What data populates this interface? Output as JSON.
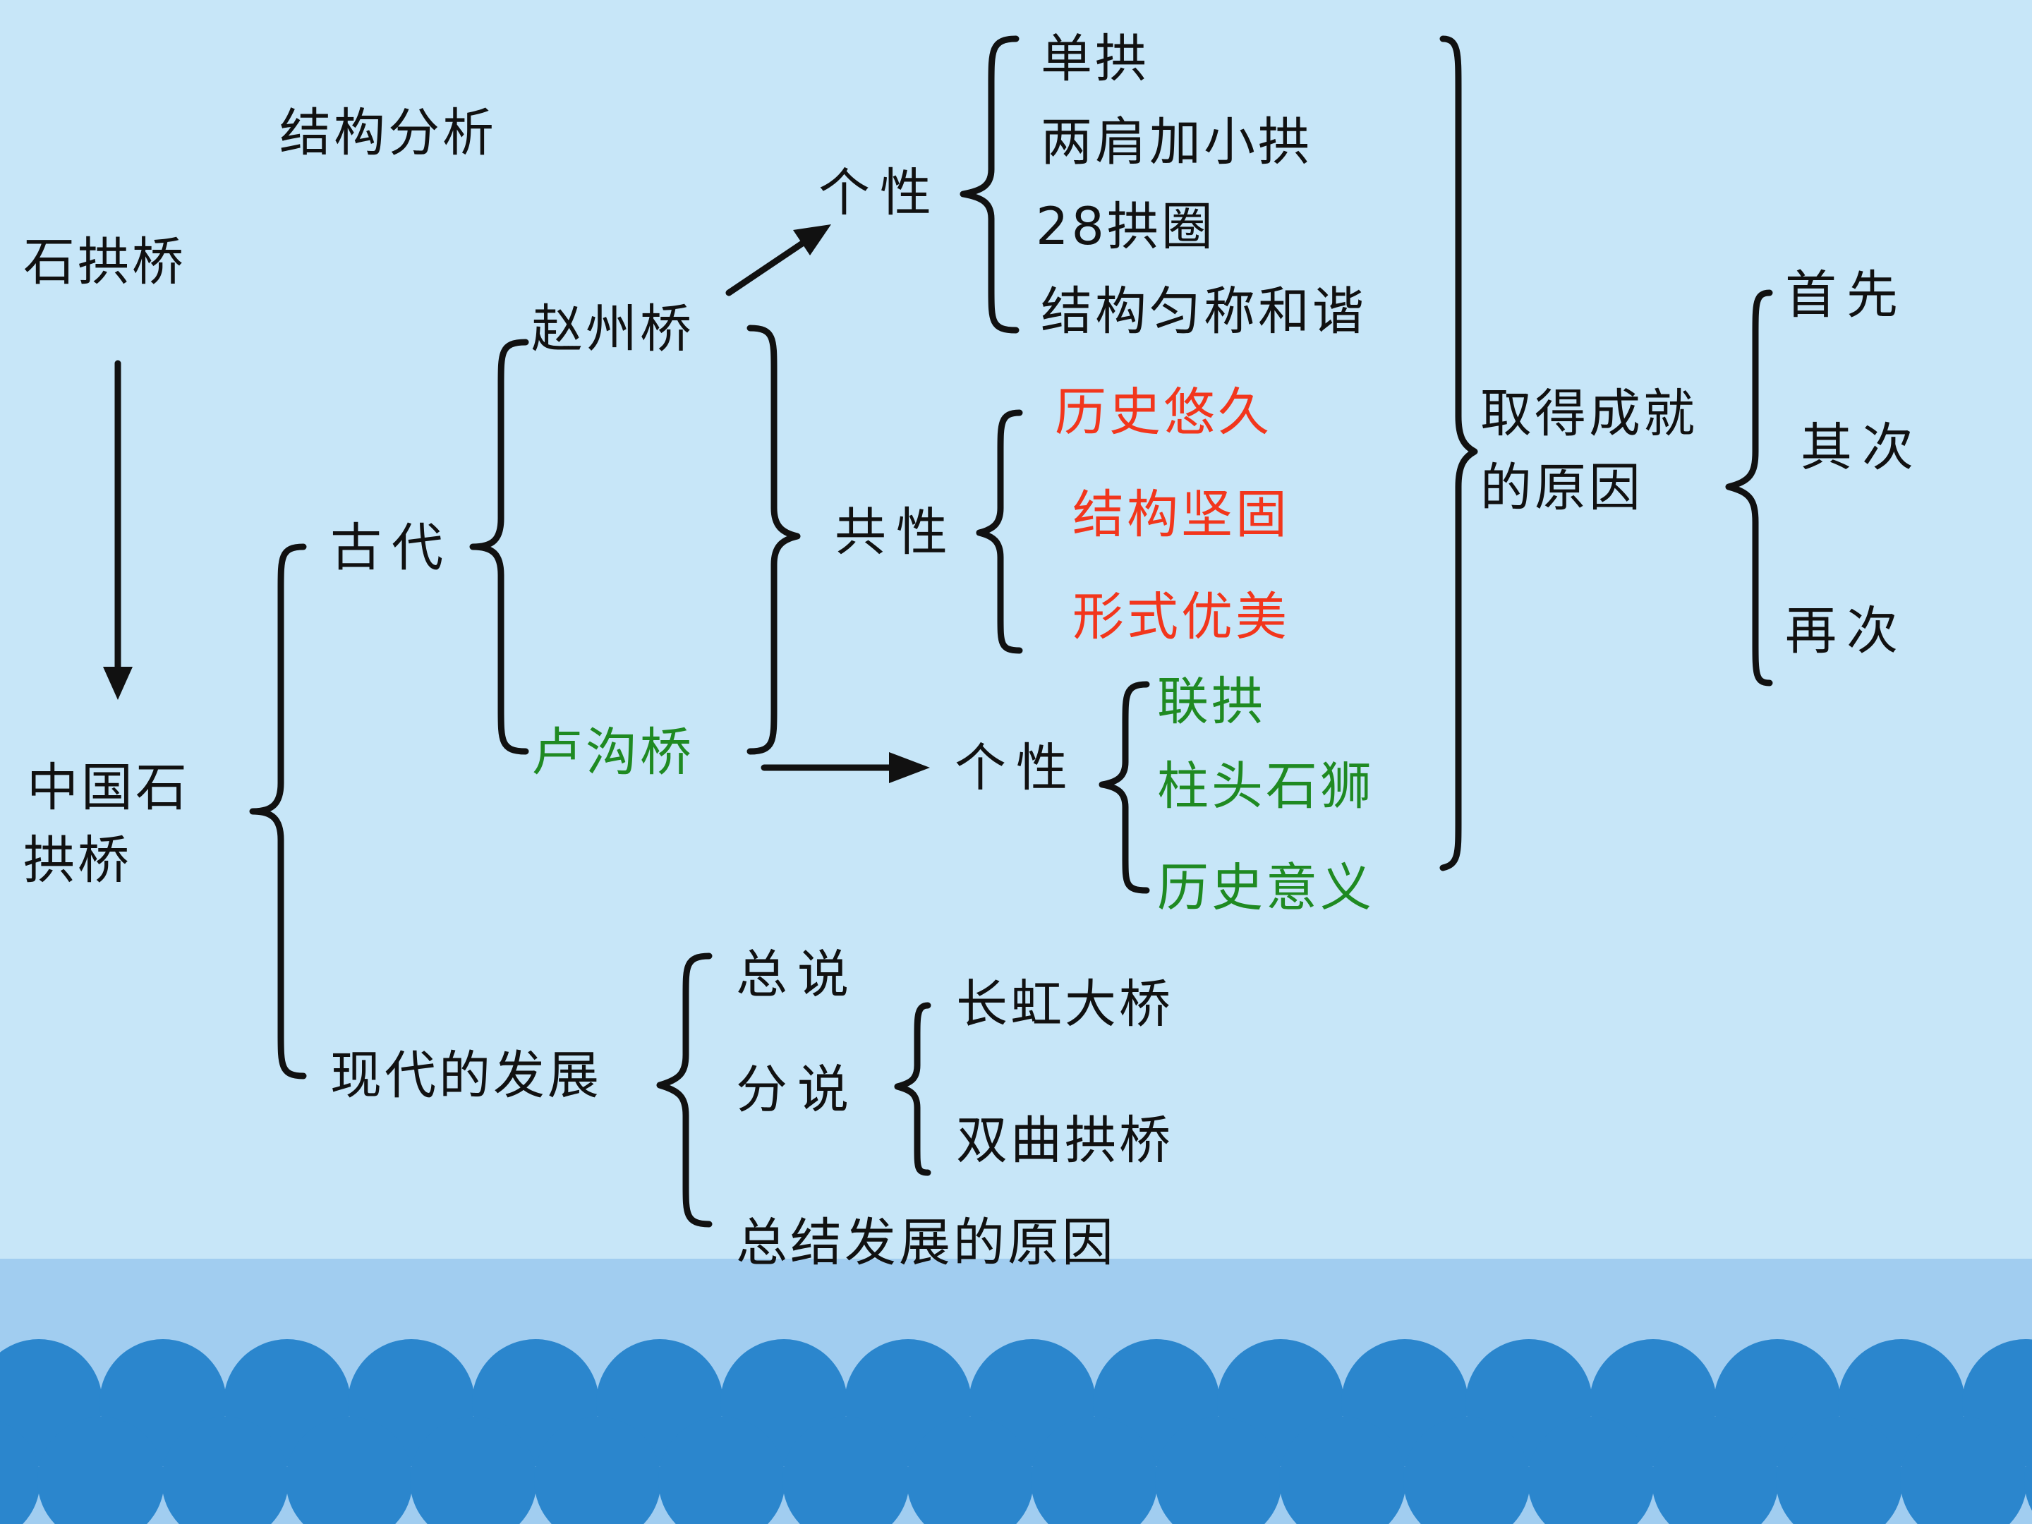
{
  "colors": {
    "background": "#c7e6f8",
    "sea_band": "#a1cdf0",
    "wave": "#2b86cd",
    "text": "#111111",
    "highlight_red": "#f2361c",
    "highlight_green": "#1f8a22"
  },
  "diagram": {
    "heading": "结构分析",
    "topic": "石拱桥",
    "subject": "中国石拱桥",
    "subject_line1": "中国石",
    "subject_line2": "拱桥",
    "ancient": "古代",
    "modern": "现代的发展",
    "zhaozhou": {
      "name": "赵州桥",
      "individuality": "个性",
      "traits": [
        "单拱",
        "两肩加小拱",
        "28拱圈",
        "结构匀称和谐"
      ]
    },
    "lugou": {
      "name": "卢沟桥",
      "individuality": "个性",
      "traits": [
        "联拱",
        "柱头石狮",
        "历史意义"
      ]
    },
    "commonality": {
      "label": "共性",
      "traits": [
        "历史悠久",
        "结构坚固",
        "形式优美"
      ]
    },
    "achievement": {
      "label_line1": "取得成就",
      "label_line2": "的原因",
      "order": [
        "首先",
        "其次",
        "再次"
      ]
    },
    "modern_branch": {
      "overview": "总说",
      "details": "分说",
      "details_items": [
        "长虹大桥",
        "双曲拱桥"
      ],
      "conclusion": "总结发展的原因"
    }
  }
}
